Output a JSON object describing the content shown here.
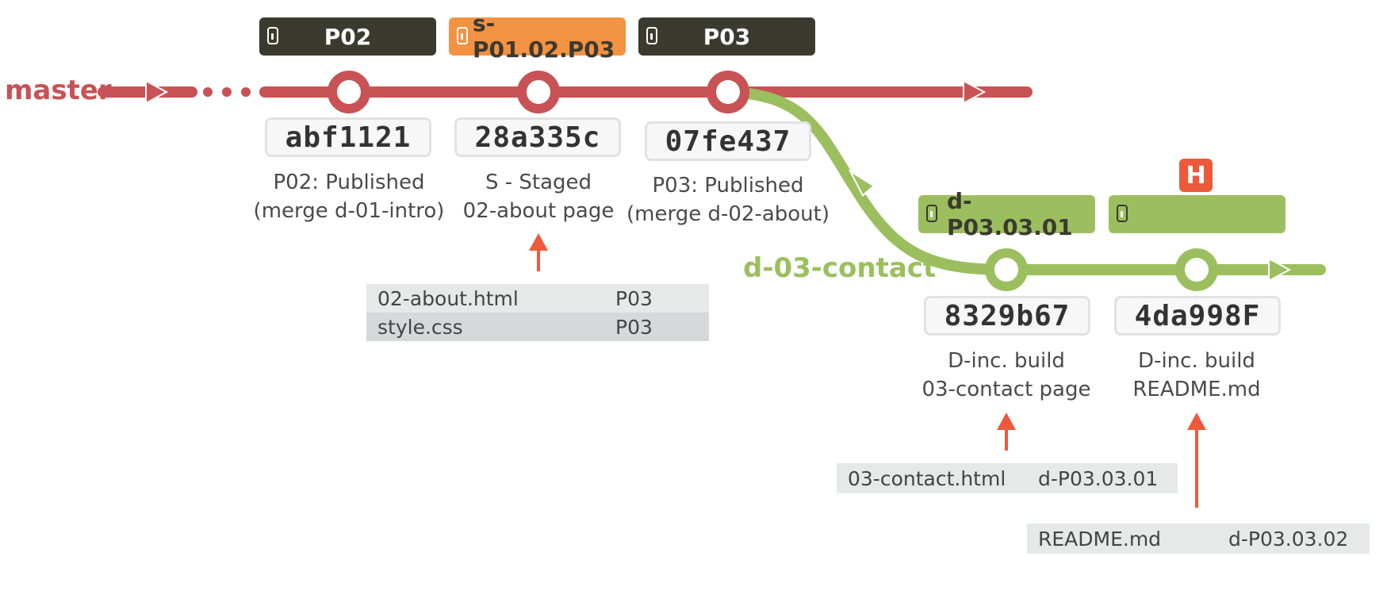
{
  "colors": {
    "master": "#c85255",
    "contact": "#9bbf5e",
    "tag_dark": "#3b3a2f",
    "tag_orange": "#f39242",
    "arrow": "#ec5a3b"
  },
  "branches": {
    "master": "master",
    "contact": "d-03-contact"
  },
  "tags": {
    "p02": "P02",
    "staged": "s-P01.02.P03",
    "p03": "P03",
    "dev": "d-P03.03.01",
    "dev2": ""
  },
  "head_label": "H",
  "commits": [
    {
      "sha": "abf1121",
      "line1": "P02: Published",
      "line2": "(merge d-01-intro)"
    },
    {
      "sha": "28a335c",
      "line1": "S - Staged",
      "line2": "02-about page"
    },
    {
      "sha": "07fe437",
      "line1": "P03: Published",
      "line2": "(merge d-02-about)"
    },
    {
      "sha": "8329b67",
      "line1": "D-inc. build",
      "line2": "03-contact page"
    },
    {
      "sha": "4da998F",
      "line1": "D-inc. build",
      "line2": "README.md"
    }
  ],
  "file_tables": {
    "staged": [
      {
        "file": "02-about.html",
        "version": "P03"
      },
      {
        "file": "style.css",
        "version": "P03"
      }
    ],
    "contact": [
      {
        "file": "03-contact.html",
        "version": "d-P03.03.01"
      }
    ],
    "readme": [
      {
        "file": "README.md",
        "version": "d-P03.03.02"
      }
    ]
  },
  "icons": {
    "tag": "tag-icon",
    "commit": "commit-node-icon",
    "arrow": "arrow-up-icon"
  }
}
